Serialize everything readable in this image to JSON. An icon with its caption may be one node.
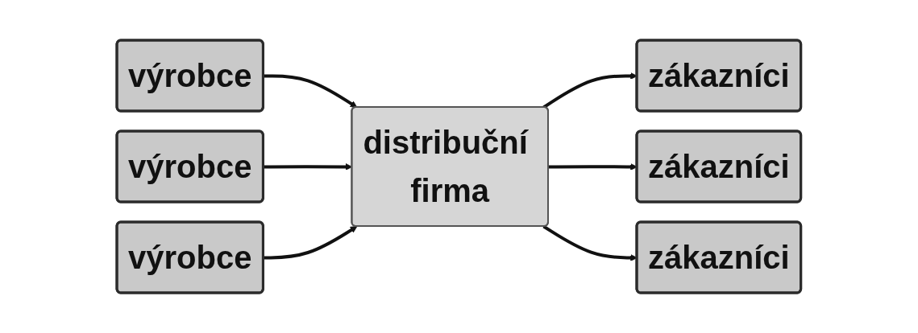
{
  "diagram": {
    "nodes": [
      {
        "text": [
          "výrobce"
        ]
      },
      {
        "text": [
          "výrobce"
        ]
      },
      {
        "text": [
          "výrobce"
        ]
      },
      {
        "text": [
          "distribuční firma"
        ]
      },
      {
        "text": [
          "zákazníci"
        ]
      },
      {
        "text": [
          "zákazníci"
        ]
      },
      {
        "text": [
          "zákazníci"
        ]
      }
    ],
    "edges": [
      {
        "from": 0,
        "to": 3,
        "arrow": "to"
      },
      {
        "from": 1,
        "to": 3,
        "arrow": "to"
      },
      {
        "from": 2,
        "to": 3,
        "arrow": "to"
      },
      {
        "from": 3,
        "to": 4,
        "arrow": "to"
      },
      {
        "from": 3,
        "to": 5,
        "arrow": "to"
      },
      {
        "from": 3,
        "to": 6,
        "arrow": "to"
      }
    ]
  }
}
